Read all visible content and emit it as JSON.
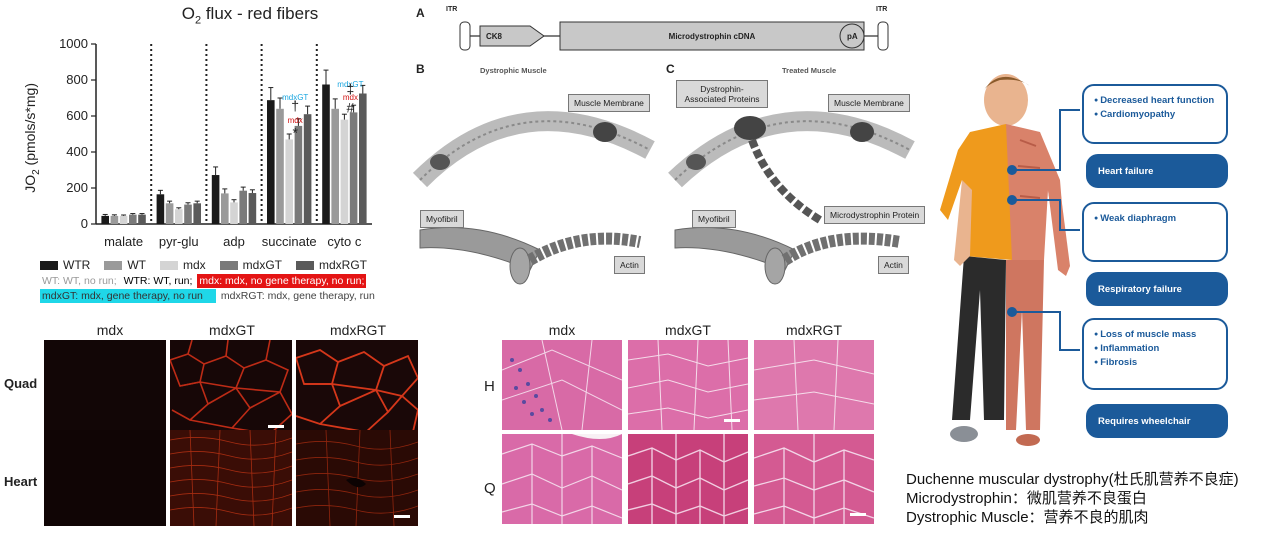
{
  "chart_data": {
    "type": "bar",
    "title_main": "O",
    "title_sub": "2",
    "title_rest": " flux - red fibers",
    "ylabel_main": "JO",
    "ylabel_sub": "2",
    "ylabel_rest": " (pmols/s*mg)",
    "ylim": [
      0,
      1000
    ],
    "yticks": [
      "0",
      "200",
      "400",
      "600",
      "800",
      "1000"
    ],
    "categories": [
      "malate",
      "pyr-glu",
      "adp",
      "succinate",
      "cyto c"
    ],
    "series": [
      {
        "name": "WTR",
        "color": "#1a1a1a",
        "values": [
          45,
          165,
          272,
          688,
          775
        ],
        "errors": [
          8,
          22,
          45,
          70,
          80
        ]
      },
      {
        "name": "WT",
        "color": "#9a9a9a",
        "values": [
          45,
          115,
          170,
          640,
          640
        ],
        "errors": [
          6,
          12,
          25,
          60,
          55
        ]
      },
      {
        "name": "mdx",
        "color": "#d4d4d4",
        "values": [
          45,
          82,
          120,
          470,
          580
        ],
        "errors": [
          5,
          8,
          15,
          30,
          30
        ]
      },
      {
        "name": "mdxGT",
        "color": "#7a7a7a",
        "values": [
          52,
          108,
          185,
          545,
          620
        ],
        "errors": [
          6,
          10,
          20,
          40,
          40
        ]
      },
      {
        "name": "mdxRGT",
        "color": "#5a5a5a",
        "values": [
          52,
          115,
          172,
          610,
          725
        ],
        "errors": [
          6,
          12,
          18,
          45,
          45
        ]
      }
    ],
    "annotations": [
      {
        "text": "mdxGT",
        "color": "#19a6e0",
        "category": 3,
        "y": 690
      },
      {
        "text": "†",
        "color": "#222222",
        "category": 3,
        "y": 630
      },
      {
        "text": "mdx",
        "color": "#d01010",
        "category": 3,
        "y": 560
      },
      {
        "text": "*",
        "color": "#222222",
        "category": 3,
        "y": 480
      },
      {
        "text": "mdxGT",
        "color": "#19a6e0",
        "category": 4,
        "y": 760
      },
      {
        "text": "mdx",
        "color": "#d01010",
        "category": 4,
        "y": 690
      },
      {
        "text": "‡",
        "color": "#222222",
        "category": 4,
        "y": 725
      },
      {
        "text": "#",
        "color": "#222222",
        "category": 4,
        "y": 620
      }
    ]
  },
  "legend_note": {
    "line1_a": "WT: WT, no run;",
    "line1_b": "WTR: WT, run;",
    "line1_c": "mdx: mdx, no gene therapy, no run;",
    "line2_a": "mdxGT:     mdx, gene therapy, no run",
    "line2_b": "mdxRGT:  mdx, gene therapy, run"
  },
  "fluorescence": {
    "columns": [
      "mdx",
      "mdxGT",
      "mdxRGT"
    ],
    "rows": [
      "Quad",
      "Heart"
    ]
  },
  "histology": {
    "columns": [
      "mdx",
      "mdxGT",
      "mdxRGT"
    ],
    "rows": [
      "H",
      "Q"
    ]
  },
  "schematic": {
    "letter_a": "A",
    "letter_b": "B",
    "letter_c": "C",
    "itr_left": "ITR",
    "itr_right": "ITR",
    "ck8": "CK8",
    "cdna": "Microdystrophin cDNA",
    "pa": "pA",
    "dystrophic_title": "Dystrophic Muscle",
    "treated_title": "Treated Muscle",
    "membrane_b": "Muscle Membrane",
    "membrane_c": "Muscle Membrane",
    "myofibril_b": "Myofibril",
    "myofibril_c": "Myofibril",
    "actin_b": "Actin",
    "actin_c": "Actin",
    "dap": "Dystrophin-Associated Proteins",
    "microprotein": "Microdystrophin Protein"
  },
  "body_panel": {
    "box1": [
      "Decreased heart function",
      "Cardiomyopathy"
    ],
    "outcome1": "Heart failure",
    "box2": [
      "Weak diaphragm"
    ],
    "outcome2": "Respiratory failure",
    "box3": [
      "Loss of muscle mass",
      "Inflammation",
      "Fibrosis"
    ],
    "outcome3": "Requires wheelchair",
    "brand_color": "#1b5a9a"
  },
  "caption": {
    "line1": "Duchenne muscular dystrophy(杜氏肌营养不良症)",
    "line2": "Microdystrophin：微肌营养不良蛋白",
    "line3": "Dystrophic Muscle：营养不良的肌肉"
  }
}
